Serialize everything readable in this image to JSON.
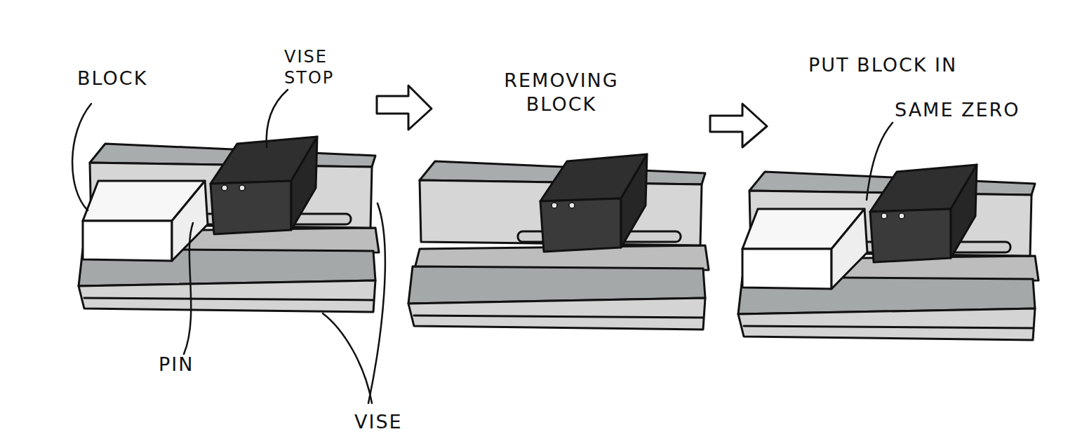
{
  "diagram": {
    "labels": [
      "BLOCK",
      "VISE STOP",
      "REMOVING BLOCK",
      "PUT BLOCK IN",
      "SAME ZERO",
      "PIN",
      "VISE"
    ]
  }
}
